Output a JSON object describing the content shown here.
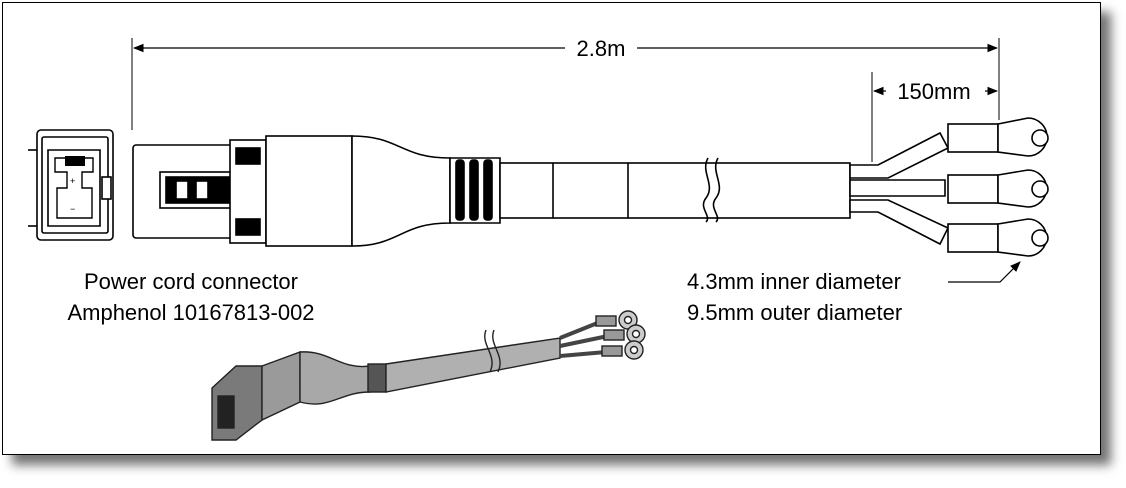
{
  "dimensions": {
    "total_length": "2.8m",
    "breakout_length": "150mm"
  },
  "labels": {
    "connector_line1": "Power cord connector",
    "connector_line2": "Amphenol 10167813-002",
    "inner_diameter": "4.3mm inner diameter",
    "outer_diameter": "9.5mm outer diameter"
  },
  "colors": {
    "line": "#000000",
    "fill": "#ffffff",
    "photo_gray": "#8a8a8a"
  }
}
